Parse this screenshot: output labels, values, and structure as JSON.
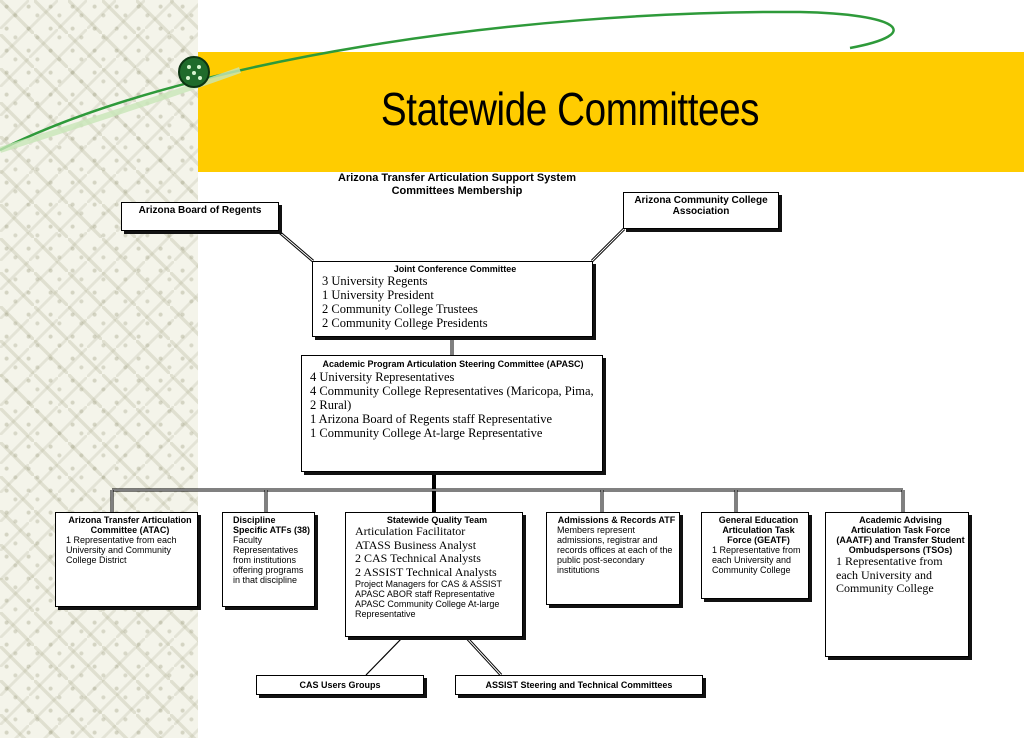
{
  "title": "Statewide Committees",
  "diagram_title": "Arizona Transfer Articulation Support System Committees Membership",
  "board_of_regents": {
    "title": "Arizona Board of Regents"
  },
  "community_college_assoc": {
    "title": "Arizona Community College Association"
  },
  "joint_conference": {
    "title": "Joint Conference Committee",
    "lines": [
      "3 University Regents",
      "1 University President",
      "2 Community College Trustees",
      "2 Community College Presidents"
    ]
  },
  "apasc": {
    "title": "Academic Program Articulation Steering Committee (APASC)",
    "lines": [
      "4 University Representatives",
      "4 Community College Representatives (Maricopa, Pima, 2 Rural)",
      "1 Arizona Board of Regents staff Representative",
      "1 Community College At-large Representative"
    ]
  },
  "atac": {
    "title": "Arizona Transfer Articulation Committee (ATAC)",
    "body": "1 Representative from each University and Community College District"
  },
  "discipline": {
    "title": "Discipline Specific ATFs (38)",
    "body": "Faculty Representatives from institutions offering programs in that discipline"
  },
  "quality_team": {
    "title": "Statewide Quality Team",
    "serif_lines": [
      "Articulation Facilitator",
      "ATASS Business Analyst",
      "2 CAS Technical Analysts",
      "2 ASSIST Technical Analysts"
    ],
    "sans_lines": [
      "Project Managers for CAS & ASSIST",
      "APASC ABOR staff Representative",
      "APASC Community College At-large Representative"
    ]
  },
  "admissions": {
    "title": "Admissions & Records ATF",
    "body": "Members represent admissions, registrar and records offices at each of the public post-secondary institutions"
  },
  "geatf": {
    "title": "General Education Articulation Task Force (GEATF)",
    "body": "1 Representative from each University and Community College"
  },
  "aaatf": {
    "title": "Academic Advising Articulation Task Force (AAATF) and Transfer Student Ombudspersons (TSOs)",
    "body": "1 Representative from each University and Community College"
  },
  "cas_users": {
    "title": "CAS Users Groups"
  },
  "assist_committees": {
    "title": "ASSIST Steering and Technical Committees"
  },
  "colors": {
    "banner": "#ffcc00",
    "swoosh": "#2e9a3a",
    "ball": "#1f6b2b"
  }
}
